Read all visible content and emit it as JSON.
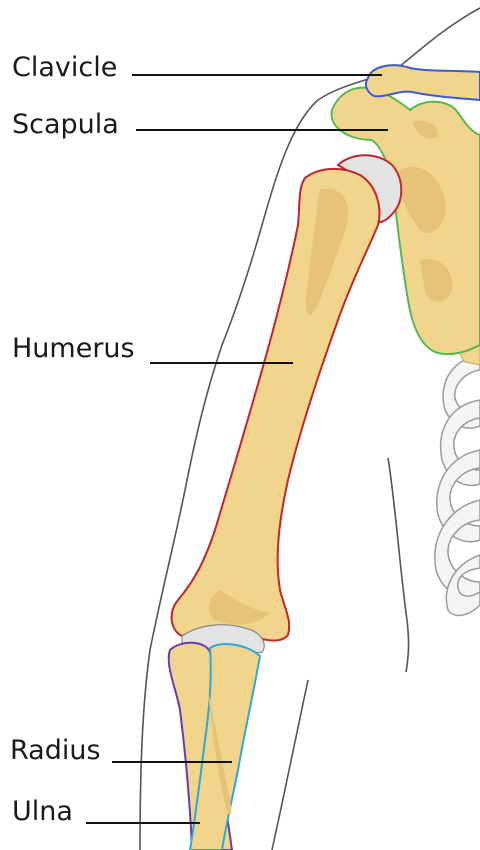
{
  "labels": {
    "clavicle": "Clavicle",
    "scapula": "Scapula",
    "humerus": "Humerus",
    "radius": "Radius",
    "ulna": "Ulna"
  },
  "colors": {
    "bone_fill": "#f1d58c",
    "bone_shade": "#e6c378",
    "clavicle_outline": "#3b5bd6",
    "scapula_outline": "#5ab84a",
    "humerus_outline": "#c0262b",
    "radius_outline": "#2ea8d8",
    "ulna_outline": "#6e3aa8",
    "cartilage": "#e3e3e3",
    "body_outline": "#555555",
    "leader_line": "#111111"
  }
}
